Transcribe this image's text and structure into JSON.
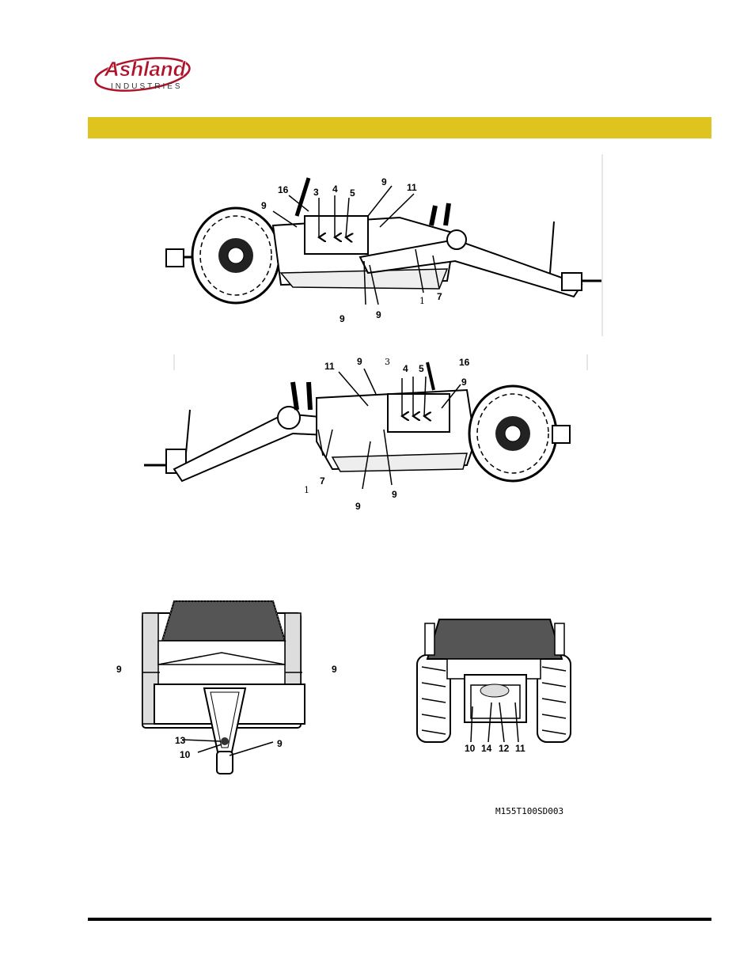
{
  "header": {
    "logo_brand": "Ashland",
    "logo_sub": "INDUSTRIES",
    "accent_color": "#dfc420",
    "logo_color": "#b0122a"
  },
  "figure_code": "M155T100SD003",
  "diagram_side_left": {
    "labels": [
      "16",
      "3",
      "4",
      "5",
      "9",
      "11",
      "9",
      "9",
      "9",
      "1",
      "7"
    ]
  },
  "diagram_side_right": {
    "labels": [
      "11",
      "9",
      "3",
      "4",
      "5",
      "16",
      "9",
      "1",
      "7",
      "9",
      "9"
    ]
  },
  "diagram_rear": {
    "labels": [
      "9",
      "9",
      "13",
      "10",
      "9"
    ]
  },
  "diagram_front": {
    "labels": [
      "10",
      "14",
      "12",
      "11"
    ]
  }
}
